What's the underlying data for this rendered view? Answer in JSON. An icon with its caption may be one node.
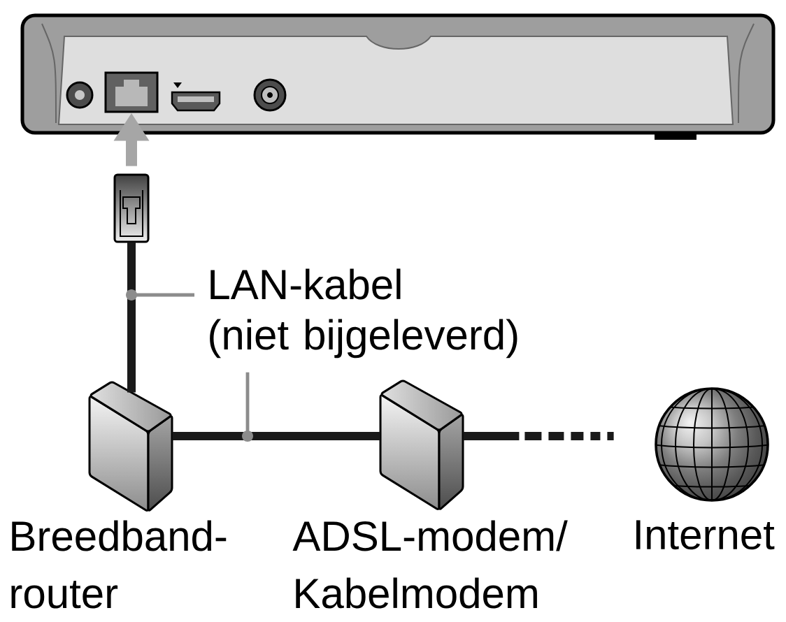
{
  "diagram": {
    "nodes": [
      {
        "text": [],
        "shape": "picture"
      },
      {
        "text": [],
        "shape": "box",
        "in": 0
      },
      {
        "text": [],
        "shape": "picture"
      },
      {
        "text": [
          "LAN-kabel (niet bijgeleverd)"
        ]
      },
      {
        "text": [
          "Breedband- router"
        ]
      },
      {
        "text": [
          "ADSL-modem/ Kabelmodem"
        ]
      },
      {
        "text": [
          "Internet"
        ]
      }
    ],
    "edges": [
      {
        "from": 2,
        "to": 1,
        "arrow": "to",
        "color": "#a6a6a6"
      },
      {
        "from": 2,
        "to": 4,
        "arrow": "none"
      },
      {
        "from": 4,
        "to": 5,
        "arrow": "none"
      },
      {
        "from": 5,
        "to": 6,
        "arrow": "none",
        "style": "dashed"
      },
      {
        "from": 3,
        "to": null,
        "arrow": "other",
        "color": "#8c8c8c"
      },
      {
        "from": 3,
        "to": null,
        "arrow": "other",
        "color": "#8c8c8c"
      }
    ]
  }
}
